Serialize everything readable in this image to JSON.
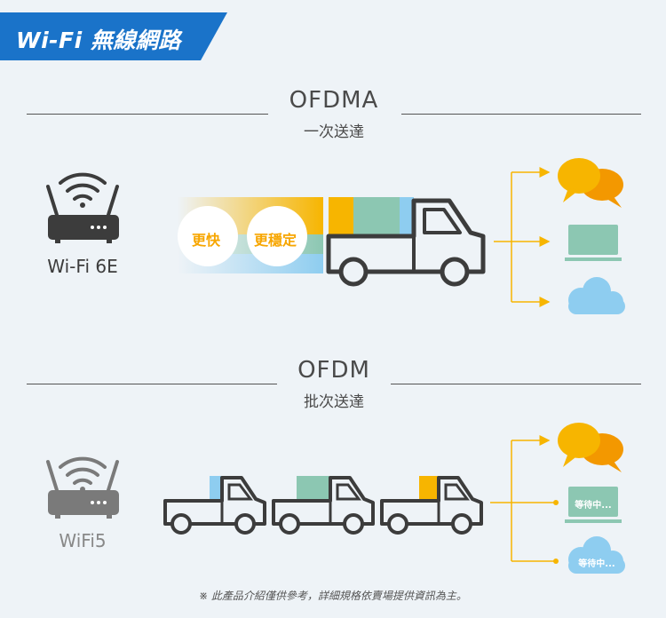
{
  "banner": {
    "title": "Wi-Fi 無線網路"
  },
  "ofdma": {
    "title": "OFDMA",
    "subtitle": "一次送達",
    "router_label": "Wi-Fi 6E"
  },
  "ofdm": {
    "title": "OFDM",
    "subtitle": "批次送達",
    "router_label": "WiFi5"
  },
  "badges": {
    "faster": "更快",
    "stable": "更穩定"
  },
  "waiting": {
    "laptop": "等待中...",
    "cloud": "等待中..."
  },
  "footer": {
    "note": "※ 此產品介紹僅供參考，詳細規格依賣場提供資訊為主。"
  },
  "colors": {
    "brand_blue": "#1a73c9",
    "yellow": "#f7b500",
    "orange": "#f39800",
    "teal": "#8cc7b2",
    "light_blue": "#8ecdf0",
    "truck_stroke": "#3c3c3c",
    "router_dark": "#3c3c3c",
    "router_gray": "#7a7a7a",
    "gray_icon": "#b9bcbf"
  },
  "icons": [
    "wifi-router-icon",
    "truck-icon",
    "chat-bubbles-icon",
    "laptop-icon",
    "cloud-icon",
    "arrow-icon"
  ]
}
